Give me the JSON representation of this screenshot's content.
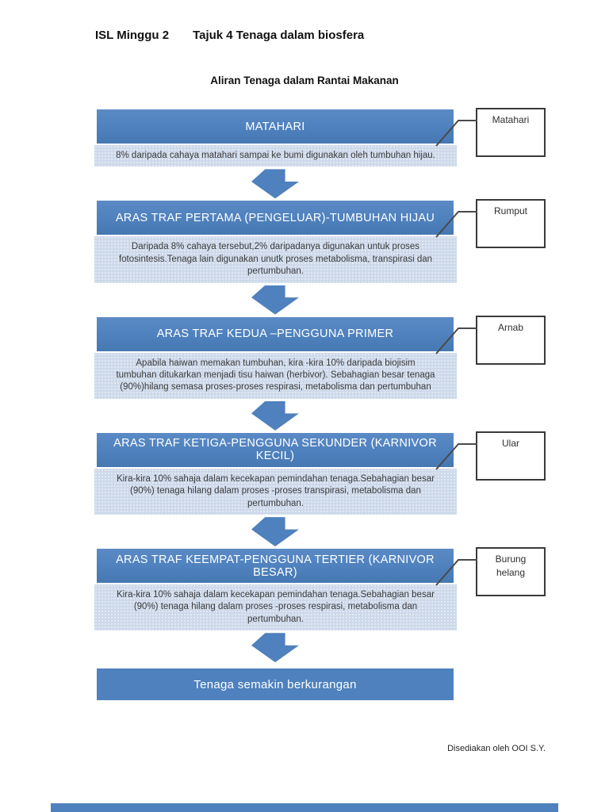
{
  "page": {
    "header_left": "ISL Minggu 2",
    "header_right": "Tajuk 4 Tenaga dalam biosfera",
    "subtitle": "Aliran Tenaga dalam Rantai Makanan",
    "footer": "Disediakan oleh OOI S.Y."
  },
  "colors": {
    "accent_blue": "#4e81bd",
    "description_bg": "#cdd9ea",
    "callout_border": "#3a3a3a",
    "header_text": "#ffffff",
    "body_text": "#3a3a3a"
  },
  "diagram": {
    "sections": [
      {
        "title": "MATAHARI",
        "description": "8% daripada cahaya matahari sampai ke bumi digunakan oleh tumbuhan hijau.",
        "callout": "Matahari"
      },
      {
        "title": "ARAS TRAF PERTAMA (PENGELUAR)-TUMBUHAN HIJAU",
        "description": "Daripada 8% cahaya tersebut,2% daripadanya digunakan untuk proses fotosintesis.Tenaga lain digunakan unutk proses metabolisma, transpirasi dan pertumbuhan.",
        "callout": "Rumput"
      },
      {
        "title": "ARAS TRAF KEDUA –PENGGUNA PRIMER",
        "description": "Apabila haiwan memakan tumbuhan, kira -kira 10% daripada biojisim tumbuhan ditukarkan menjadi tisu haiwan (herbivor). Sebahagian besar tenaga (90%)hilang semasa proses-proses respirasi, metabolisma dan pertumbuhan",
        "callout": "Arnab"
      },
      {
        "title": "ARAS TRAF KETIGA-PENGGUNA SEKUNDER (KARNIVOR KECIL)",
        "description": "Kira-kira 10% sahaja dalam kecekapan pemindahan tenaga.Sebahagian besar (90%) tenaga hilang dalam proses -proses transpirasi, metabolisma dan pertumbuhan.",
        "callout": "Ular"
      },
      {
        "title": "ARAS TRAF KEEMPAT-PENGGUNA TERTIER (KARNIVOR BESAR)",
        "description": "Kira-kira 10% sahaja dalam kecekapan pemindahan tenaga.Sebahagian besar (90%) tenaga hilang dalam proses -proses respirasi, metabolisma dan pertumbuhan.",
        "callout": "Burung helang"
      }
    ],
    "final_box": "Tenaga semakin berkurangan"
  }
}
